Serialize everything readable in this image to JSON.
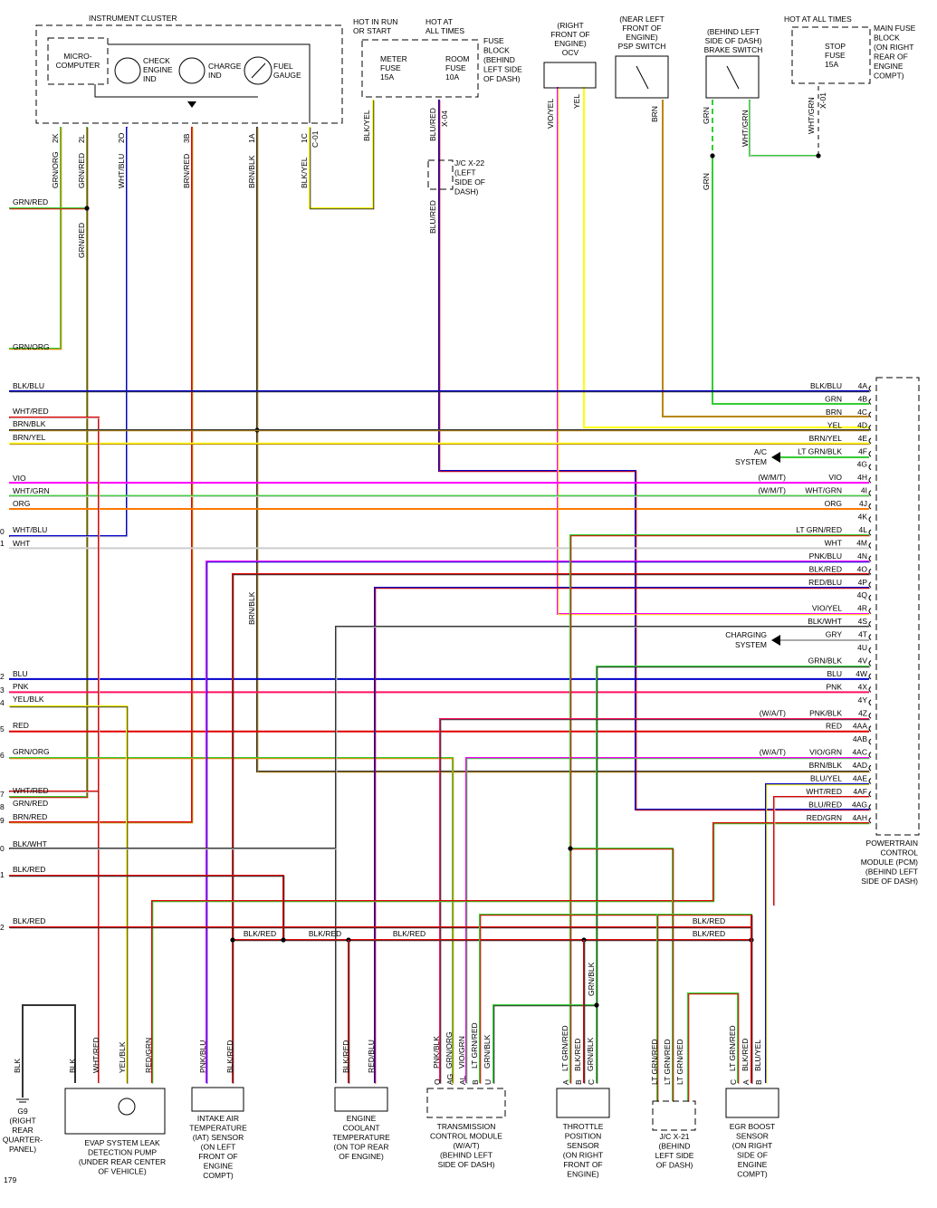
{
  "colors": {
    "BLK": "#333333",
    "BLU": "#0000cc",
    "RED": "#e00000",
    "GRN": "#33cc33",
    "LTGRN": "#33cc33",
    "WHT": "#cccccc",
    "YEL": "#ffff00",
    "ORG": "#ff7700",
    "BRN": "#b8860b",
    "VIO": "#ff00ff",
    "PNK": "#ff1060",
    "GRY": "#aaaaaa"
  },
  "instrument_cluster": {
    "title": "INSTRUMENT CLUSTER",
    "micro": [
      "MICRO-",
      "COMPUTER"
    ],
    "check_engine": [
      "CHECK",
      "ENGINE",
      "IND"
    ],
    "charge": [
      "CHARGE",
      "IND"
    ],
    "fuel": [
      "FUEL",
      "GAUGE"
    ],
    "pins": [
      "2K",
      "2L",
      "2O",
      "3B",
      "1A",
      "1C"
    ],
    "wire_labels": [
      "GRN/ORG",
      "GRN/RED",
      "WHT/BLU",
      "BRN/RED",
      "BRN/BLK",
      "BLK/YEL"
    ],
    "connector": "C-01"
  },
  "fuse_block": {
    "hot_run": [
      "HOT IN RUN",
      "OR START"
    ],
    "hot_all": [
      "HOT AT",
      "ALL TIMES"
    ],
    "meter_fuse": [
      "METER",
      "FUSE",
      "15A"
    ],
    "room_fuse": [
      "ROOM",
      "FUSE",
      "10A"
    ],
    "label": [
      "FUSE",
      "BLOCK",
      "(BEHIND",
      "LEFT SIDE",
      "OF DASH)"
    ],
    "wire1": "BLK/YEL",
    "wire2": "BLU/RED",
    "connector": "X-04"
  },
  "jc_x22": {
    "label": [
      "J/C X-22",
      "(LEFT",
      "SIDE OF",
      "DASH)"
    ],
    "wire": "BLU/RED"
  },
  "ocv": {
    "label": [
      "(RIGHT",
      "FRONT OF",
      "ENGINE)",
      "OCV"
    ],
    "wires": [
      "VIO/YEL",
      "YEL"
    ]
  },
  "psp": {
    "label": [
      "(NEAR LEFT",
      "FRONT OF",
      "ENGINE)",
      "PSP SWITCH"
    ],
    "wire": "BRN"
  },
  "brake": {
    "label": [
      "(BEHIND LEFT",
      "SIDE OF DASH)",
      "BRAKE SWITCH"
    ],
    "wires": [
      "GRN",
      "WHT/GRN"
    ],
    "wire_lower": "GRN"
  },
  "main_fuse": {
    "hot": "HOT AT ALL TIMES",
    "fuse": [
      "STOP",
      "FUSE",
      "15A"
    ],
    "label": [
      "MAIN FUSE",
      "BLOCK",
      "(ON RIGHT",
      "REAR OF",
      "ENGINE",
      "COMPT)"
    ],
    "wire": "WHT/GRN",
    "connector": "X-01"
  },
  "left_wires": {
    "grn_red_top": "GRN/RED",
    "grn_red_vertical": "GRN/RED",
    "grn_org": "GRN/ORG",
    "blk_blu": "BLK/BLU",
    "wht_red": "WHT/RED",
    "brn_blk": "BRN/BLK",
    "brn_yel": "BRN/YEL",
    "vio": "VIO",
    "wht_grn": "WHT/GRN",
    "org": "ORG",
    "wht_blu": "WHT/BLU",
    "wht": "WHT",
    "blu": "BLU",
    "pnk": "PNK",
    "yel_blk": "YEL/BLK",
    "red": "RED",
    "grn_org2": "GRN/ORG",
    "wht_red2": "WHT/RED",
    "grn_red2": "GRN/RED",
    "brn_red": "BRN/RED",
    "blk_wht": "BLK/WHT",
    "blk_red1": "BLK/RED",
    "blk_red2": "BLK/RED",
    "brn_blk_vertical": "BRN/BLK"
  },
  "left_margin_numbers": [
    "0",
    "1",
    "2",
    "3",
    "4",
    "5",
    "6",
    "7",
    "8",
    "9",
    "0",
    "1",
    "2"
  ],
  "pcm": {
    "label": [
      "POWERTRAIN",
      "CONTROL",
      "MODULE (PCM)",
      "(BEHIND LEFT",
      "SIDE OF DASH)"
    ],
    "pins": [
      {
        "pin": "4A",
        "wire": "BLK/BLU",
        "note": ""
      },
      {
        "pin": "4B",
        "wire": "GRN",
        "note": ""
      },
      {
        "pin": "4C",
        "wire": "BRN",
        "note": ""
      },
      {
        "pin": "4D",
        "wire": "YEL",
        "note": ""
      },
      {
        "pin": "4E",
        "wire": "BRN/YEL",
        "note": ""
      },
      {
        "pin": "4F",
        "wire": "LT GRN/BLK",
        "note": ""
      },
      {
        "pin": "4G",
        "wire": "",
        "note": ""
      },
      {
        "pin": "4H",
        "wire": "VIO",
        "note": "(W/M/T)"
      },
      {
        "pin": "4I",
        "wire": "WHT/GRN",
        "note": "(W/M/T)"
      },
      {
        "pin": "4J",
        "wire": "ORG",
        "note": ""
      },
      {
        "pin": "4K",
        "wire": "",
        "note": ""
      },
      {
        "pin": "4L",
        "wire": "LT GRN/RED",
        "note": ""
      },
      {
        "pin": "4M",
        "wire": "WHT",
        "note": ""
      },
      {
        "pin": "4N",
        "wire": "PNK/BLU",
        "note": ""
      },
      {
        "pin": "4O",
        "wire": "BLK/RED",
        "note": ""
      },
      {
        "pin": "4P",
        "wire": "RED/BLU",
        "note": ""
      },
      {
        "pin": "4Q",
        "wire": "",
        "note": ""
      },
      {
        "pin": "4R",
        "wire": "VIO/YEL",
        "note": ""
      },
      {
        "pin": "4S",
        "wire": "BLK/WHT",
        "note": ""
      },
      {
        "pin": "4T",
        "wire": "GRY",
        "note": ""
      },
      {
        "pin": "4U",
        "wire": "",
        "note": ""
      },
      {
        "pin": "4V",
        "wire": "GRN/BLK",
        "note": ""
      },
      {
        "pin": "4W",
        "wire": "BLU",
        "note": ""
      },
      {
        "pin": "4X",
        "wire": "PNK",
        "note": ""
      },
      {
        "pin": "4Y",
        "wire": "",
        "note": ""
      },
      {
        "pin": "4Z",
        "wire": "PNK/BLK",
        "note": "(W/A/T)"
      },
      {
        "pin": "4AA",
        "wire": "RED",
        "note": ""
      },
      {
        "pin": "4AB",
        "wire": "",
        "note": ""
      },
      {
        "pin": "4AC",
        "wire": "VIO/GRN",
        "note": "(W/A/T)"
      },
      {
        "pin": "4AD",
        "wire": "BRN/BLK",
        "note": ""
      },
      {
        "pin": "4AE",
        "wire": "BLU/YEL",
        "note": ""
      },
      {
        "pin": "4AF",
        "wire": "WHT/RED",
        "note": ""
      },
      {
        "pin": "4AG",
        "wire": "BLU/RED",
        "note": ""
      },
      {
        "pin": "4AH",
        "wire": "RED/GRN",
        "note": ""
      }
    ],
    "ac_system": [
      "A/C",
      "SYSTEM"
    ],
    "charging_system": [
      "CHARGING",
      "SYSTEM"
    ]
  },
  "ground_bus": {
    "labels": [
      "BLK/RED",
      "BLK/RED",
      "BLK/RED",
      "BLK/RED",
      "BLK/RED",
      "BLK/RED"
    ]
  },
  "g9": {
    "wire": "BLK",
    "label": [
      "G9",
      "(RIGHT",
      "REAR",
      "QUARTER-",
      "PANEL)"
    ]
  },
  "evap": {
    "wires": [
      "BLK",
      "WHT/RED",
      "YEL/BLK",
      "RED/GRN"
    ],
    "label": [
      "EVAP SYSTEM LEAK",
      "DETECTION PUMP",
      "(UNDER REAR CENTER",
      "OF VEHICLE)"
    ]
  },
  "iat": {
    "wires": [
      "PNK/BLU",
      "BLK/RED"
    ],
    "label": [
      "INTAKE AIR",
      "TEMPERATURE",
      "(IAT) SENSOR",
      "(ON LEFT",
      "FRONT OF",
      "ENGINE",
      "COMPT)"
    ]
  },
  "ect": {
    "wires": [
      "BLK/RED",
      "RED/BLU"
    ],
    "label": [
      "ENGINE",
      "COOLANT",
      "TEMPERATURE",
      "(ON TOP REAR",
      "OF ENGINE)"
    ]
  },
  "tcm": {
    "wires": [
      "PNK/BLK",
      "GRN/ORG",
      "VIO/GRN",
      "LT GRN/RED",
      "GRN/BLK"
    ],
    "pins": [
      "O",
      "AG",
      "AL",
      "B",
      "U"
    ],
    "label": [
      "TRANSMISSION",
      "CONTROL MODULE",
      "(W/A/T)",
      "(BEHIND LEFT",
      "SIDE OF DASH)"
    ]
  },
  "tps": {
    "wires": [
      "LT GRN/RED",
      "BLK/RED",
      "GRN/BLK"
    ],
    "pins": [
      "A",
      "B",
      "C"
    ],
    "wire_vertical": "GRN/BLK",
    "label": [
      "THROTTLE",
      "POSITION",
      "SENSOR",
      "(ON RIGHT",
      "FRONT OF",
      "ENGINE)"
    ]
  },
  "jc_x21": {
    "wires": [
      "LT GRN/RED",
      "LT GRN/RED",
      "LT GRN/RED"
    ],
    "label": [
      "J/C X-21",
      "(BEHIND",
      "LEFT SIDE",
      "OF DASH)"
    ]
  },
  "egr": {
    "wires": [
      "LT GRN/RED",
      "BLK/RED",
      "BLU/YEL"
    ],
    "pins": [
      "C",
      "A",
      "B"
    ],
    "label": [
      "EGR BOOST",
      "SENSOR",
      "(ON RIGHT",
      "SIDE OF",
      "ENGINE",
      "COMPT)"
    ]
  },
  "figure_id": "179"
}
